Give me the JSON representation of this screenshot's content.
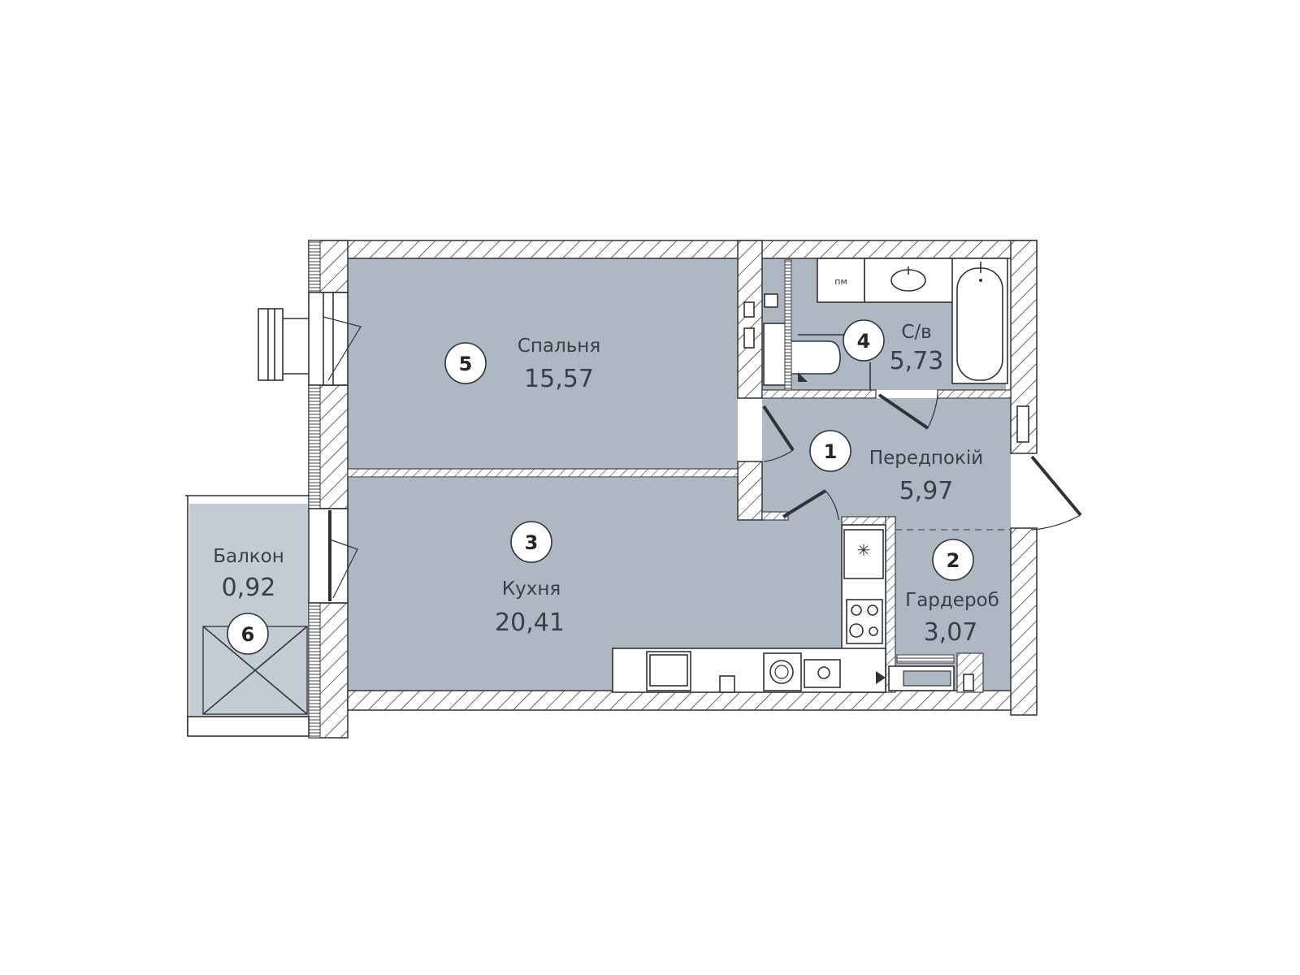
{
  "plan": {
    "colors": {
      "room_fill": "#adb8c3",
      "balcony_fill": "#c3cbd4",
      "wall_stroke": "#3a3f45",
      "background": "#ffffff"
    },
    "rooms": [
      {
        "number": "1",
        "name": "Передпокій",
        "area": "5,97"
      },
      {
        "number": "2",
        "name": "Гардероб",
        "area": "3,07"
      },
      {
        "number": "3",
        "name": "Кухня",
        "area": "20,41"
      },
      {
        "number": "4",
        "name": "С/в",
        "area": "5,73"
      },
      {
        "number": "5",
        "name": "Спальня",
        "area": "15,57"
      },
      {
        "number": "6",
        "name": "Балкон",
        "area": "0,92"
      }
    ],
    "fixtures": {
      "washing_machine_label": "пм",
      "hood_symbol": "✳"
    }
  }
}
